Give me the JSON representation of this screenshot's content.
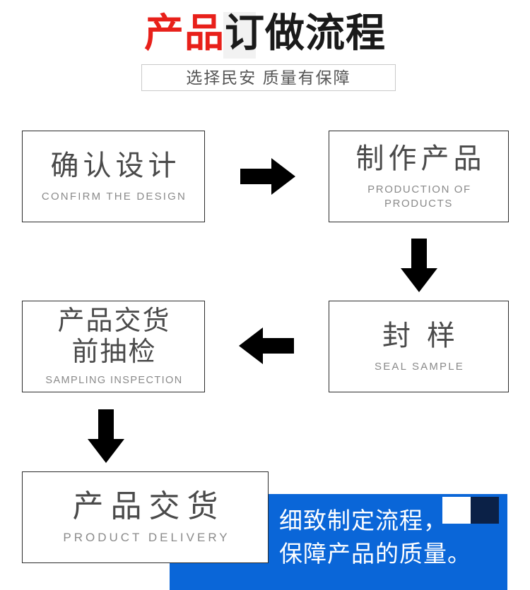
{
  "header": {
    "title_red": "产品",
    "title_dark": "订做流程",
    "subtitle": "选择民安 质量有保障",
    "colors": {
      "red": "#e8201a",
      "dark": "#1a1a1a",
      "subtitle": "#555555",
      "subtitle_border": "#c9c9c9",
      "highlight": "#f2f2f2"
    }
  },
  "flow": {
    "steps": [
      {
        "id": "confirm",
        "cn": "确认设计",
        "cn_line2": "",
        "en": "CONFIRM THE DESIGN"
      },
      {
        "id": "produce",
        "cn": "制作产品",
        "cn_line2": "",
        "en": "PRODUCTION OF PRODUCTS"
      },
      {
        "id": "seal",
        "cn": "封 样",
        "cn_line2": "",
        "en": "SEAL SAMPLE"
      },
      {
        "id": "sampling",
        "cn": "产品交货",
        "cn_line2": "前抽检",
        "en": "SAMPLING INSPECTION"
      },
      {
        "id": "delivery",
        "cn": "产品交货",
        "cn_line2": "",
        "en": "PRODUCT DELIVERY"
      }
    ],
    "arrows": [
      {
        "id": "arrow-right-1",
        "direction": "right"
      },
      {
        "id": "arrow-down-1",
        "direction": "down"
      },
      {
        "id": "arrow-left-1",
        "direction": "left"
      },
      {
        "id": "arrow-down-2",
        "direction": "down"
      }
    ],
    "colors": {
      "box_border": "#2b2b2b",
      "cn_text": "#4a4a4a",
      "en_text": "#8a8a8a",
      "arrow": "#000000"
    }
  },
  "banner": {
    "line1": "细致制定流程，",
    "line2": "保障产品的质量。",
    "colors": {
      "background": "#0a66d8",
      "text": "#ffffff",
      "square_light": "#ffffff",
      "square_dark": "#0b2147"
    }
  }
}
